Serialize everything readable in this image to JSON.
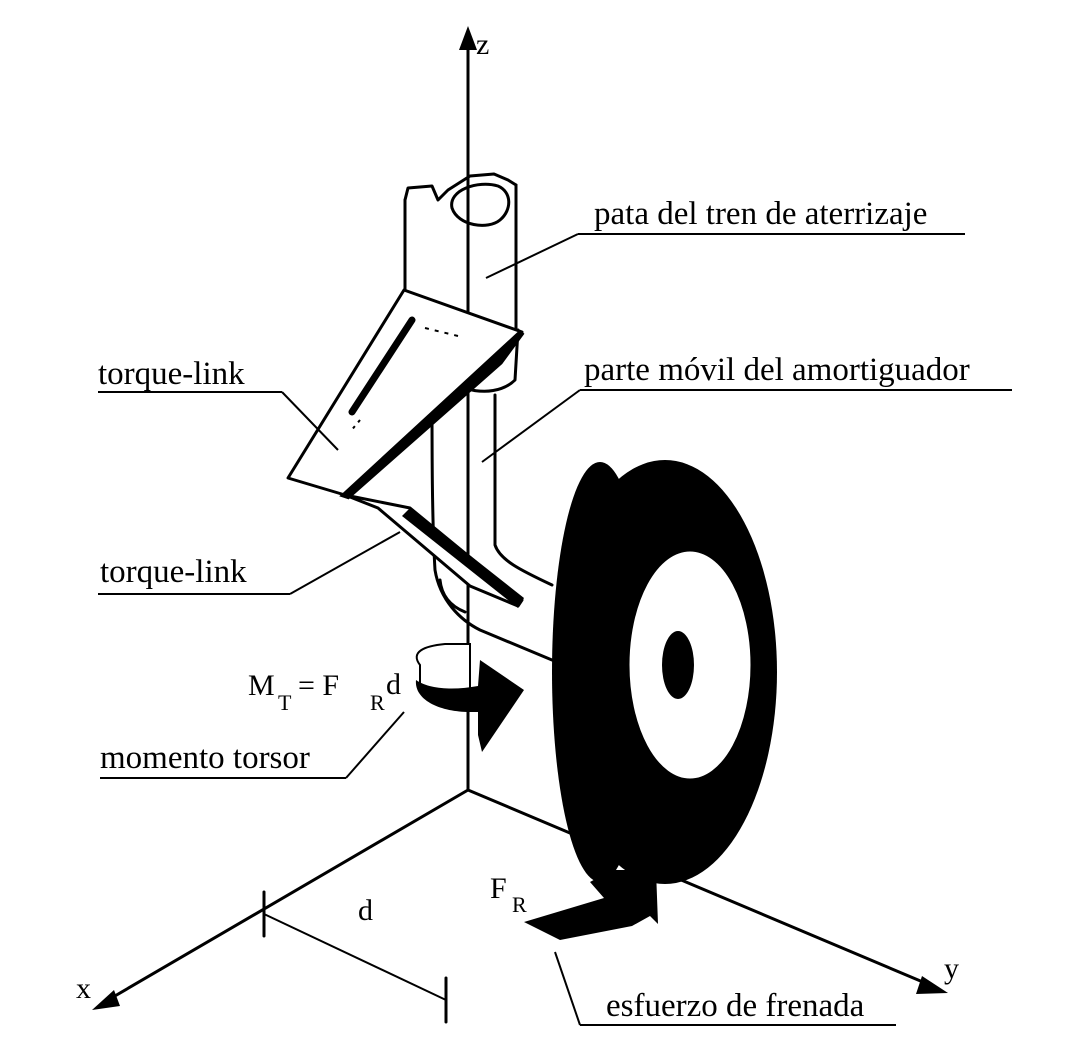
{
  "labels": {
    "leg": "pata del tren de aterrizaje",
    "shock_moving": "parte móvil del amortiguador",
    "torque_link_upper": "torque-link",
    "torque_link_lower": "torque-link",
    "torsion_moment": "momento torsor",
    "braking_force": "esfuerzo de frenada"
  },
  "axes": {
    "x": "x",
    "y": "y",
    "z": "z"
  },
  "symbols": {
    "distance": "d",
    "force_main": "F",
    "force_sub": "R",
    "moment_main": "M",
    "moment_sub": "T",
    "moment_eq": "= F",
    "moment_d": "d"
  }
}
